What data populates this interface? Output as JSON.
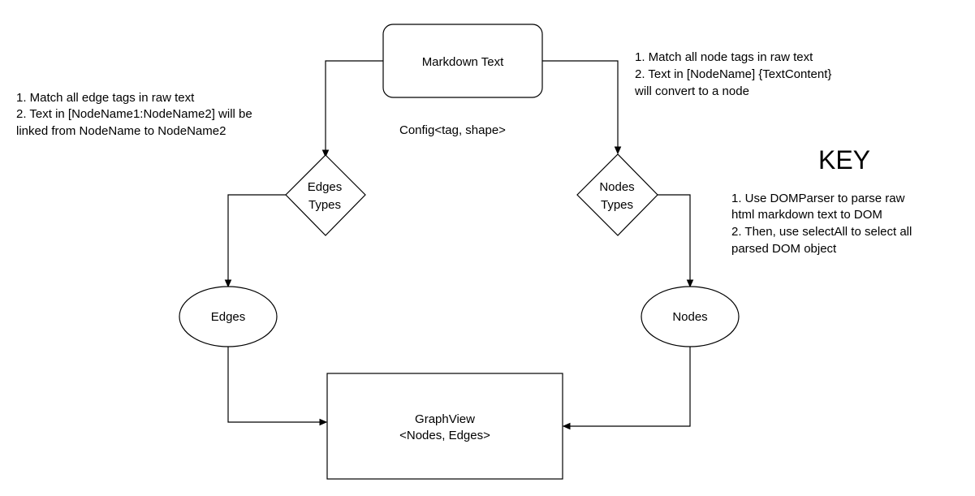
{
  "nodes": {
    "markdown_text": {
      "label": "Markdown Text"
    },
    "edges_types": {
      "line1": "Edges",
      "line2": "Types"
    },
    "nodes_types": {
      "line1": "Nodes",
      "line2": "Types"
    },
    "edges": {
      "label": "Edges"
    },
    "nodes": {
      "label": "Nodes"
    },
    "graphview": {
      "line1": "GraphView",
      "line2": "<Nodes, Edges>"
    }
  },
  "annotations": {
    "edge_rules": [
      "1. Match all edge tags in raw text",
      "2. Text in [NodeName1:NodeName2] will be",
      "linked from NodeName to NodeName2"
    ],
    "node_rules": [
      "1. Match all node tags in raw text",
      "2. Text in  [NodeName] {TextContent}",
      "will convert to a node"
    ],
    "config": "Config<tag, shape>"
  },
  "key": {
    "title": "KEY",
    "lines": [
      "1. Use DOMParser to parse raw",
      "html markdown text to DOM",
      "2. Then, use selectAll to select all",
      "parsed DOM object"
    ]
  }
}
